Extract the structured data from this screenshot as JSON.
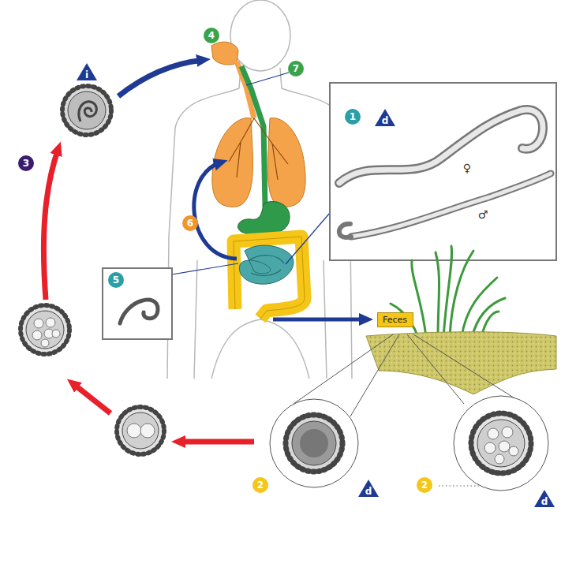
{
  "diagram": {
    "nodes": [
      {
        "text": [
          "Feces"
        ]
      }
    ],
    "labels": [
      "4",
      "7",
      "i",
      "1",
      "d",
      "3",
      "6",
      "5",
      "2",
      "d",
      "2",
      "d",
      "♀",
      "♂"
    ]
  }
}
